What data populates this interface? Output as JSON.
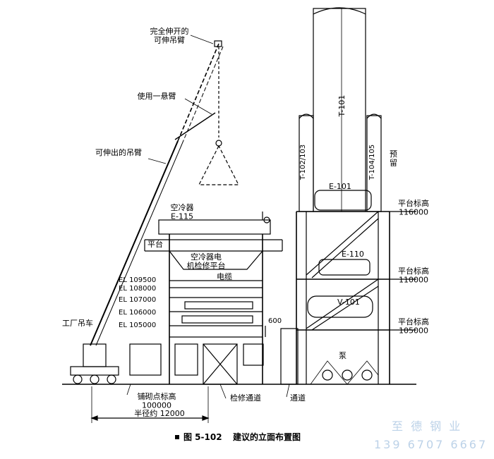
{
  "labels": {
    "crane_extended_boom": "完全伸开的\n可伸吊臂",
    "use_one_jib": "使用一悬臂",
    "extendable_boom": "可伸出的吊臂",
    "factory_crane": "工厂吊车",
    "air_cooler": "空冷器\nE-115",
    "platform": "平台",
    "air_cooler_motor_platform": "空冷器电\n机检修平台",
    "cable": "电缆",
    "el_109500": "EL 109500",
    "el_108000": "EL 108000",
    "el_107000": "EL 107000",
    "el_106000": "EL 106000",
    "el_105000": "EL 105000",
    "dim_600": "600",
    "paving_elev": "铺砌点标高\n100000",
    "radius": "半径约 12000",
    "maint_passage": "检修通道",
    "passage": "通道",
    "t101": "T-101",
    "t102_103": "T-102/103",
    "t104_105": "T-104/105",
    "reserved": "预\n留",
    "e101": "E-101",
    "e110": "E-110",
    "v101": "V-101",
    "pump": "泵",
    "plat_116000": "平台标高\n116000",
    "plat_110000": "平台标高\n110000",
    "plat_105000": "平台标高\n105000"
  },
  "caption": {
    "number": "图 5-102",
    "title": "建议的立面布置图"
  },
  "watermark": {
    "company": "至 德 钢 业",
    "phone": "139 6707 6667"
  },
  "colors": {
    "line": "#000000",
    "watermark": "#bcd2e8"
  }
}
